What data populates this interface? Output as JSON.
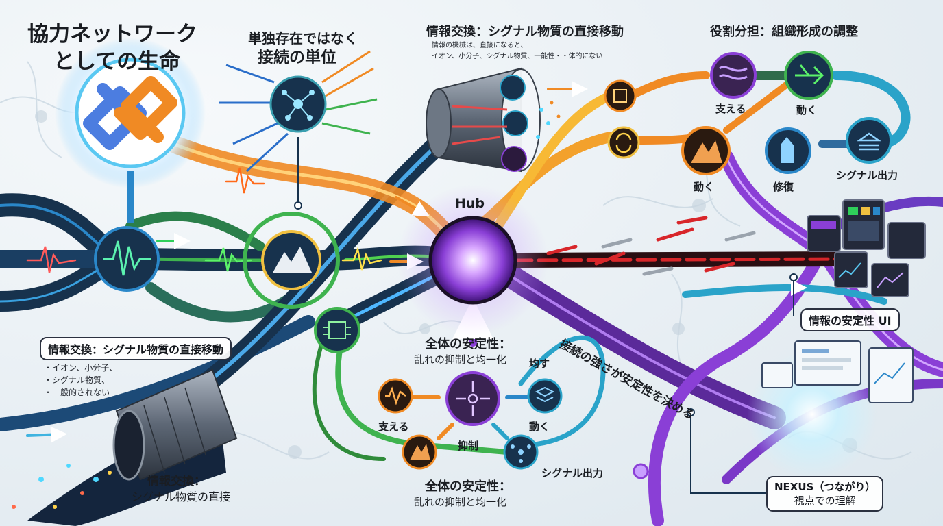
{
  "title": {
    "line1": "協力ネットワーク",
    "line2": "としての生命"
  },
  "unit": {
    "line1": "単独存在ではなく",
    "line2": "接続の単位"
  },
  "top_exchange": {
    "title": "情報交換：シグナル物質の直接移動",
    "desc1": "情報の機械は、直接になると、",
    "desc2": "イオン、小分子、シグナル物質、一能性・・体的にない"
  },
  "roles": {
    "title": "役割分担：組織形成の調整",
    "labels": [
      "支える",
      "動く",
      "動く",
      "修復",
      "シグナル出力"
    ]
  },
  "hub": {
    "label": "Hub"
  },
  "left_exchange": {
    "title": "情報交換：シグナル物質の直接移動",
    "items": [
      "・イオン、小分子、",
      "・シグナル物質、",
      "・一般的されない"
    ]
  },
  "bottom_exchange": {
    "line1": "情報交換：",
    "line2": "シグナル物質の直接"
  },
  "stability_upper": {
    "line1": "全体の安定性：",
    "line2": "乱れの抑制と均一化"
  },
  "stability_lower": {
    "line1": "全体の安定性：",
    "line2": "乱れの抑制と均一化"
  },
  "cluster_labels": {
    "support": "支える",
    "even": "均す",
    "move": "動く",
    "suppress": "抑制",
    "signal": "シグナル出力"
  },
  "diagonal": "接続の強さが安定性を決める",
  "info_ui": "情報の安定性 UI",
  "nexus": {
    "line1": "NEXUS（つながり）",
    "line2": "視点での理解"
  },
  "colors": {
    "blue": "#1f6fb8",
    "green": "#3fb34f",
    "orange": "#f08a24",
    "purple": "#8a3fd6",
    "red": "#d8262a",
    "navy": "#17324d"
  }
}
